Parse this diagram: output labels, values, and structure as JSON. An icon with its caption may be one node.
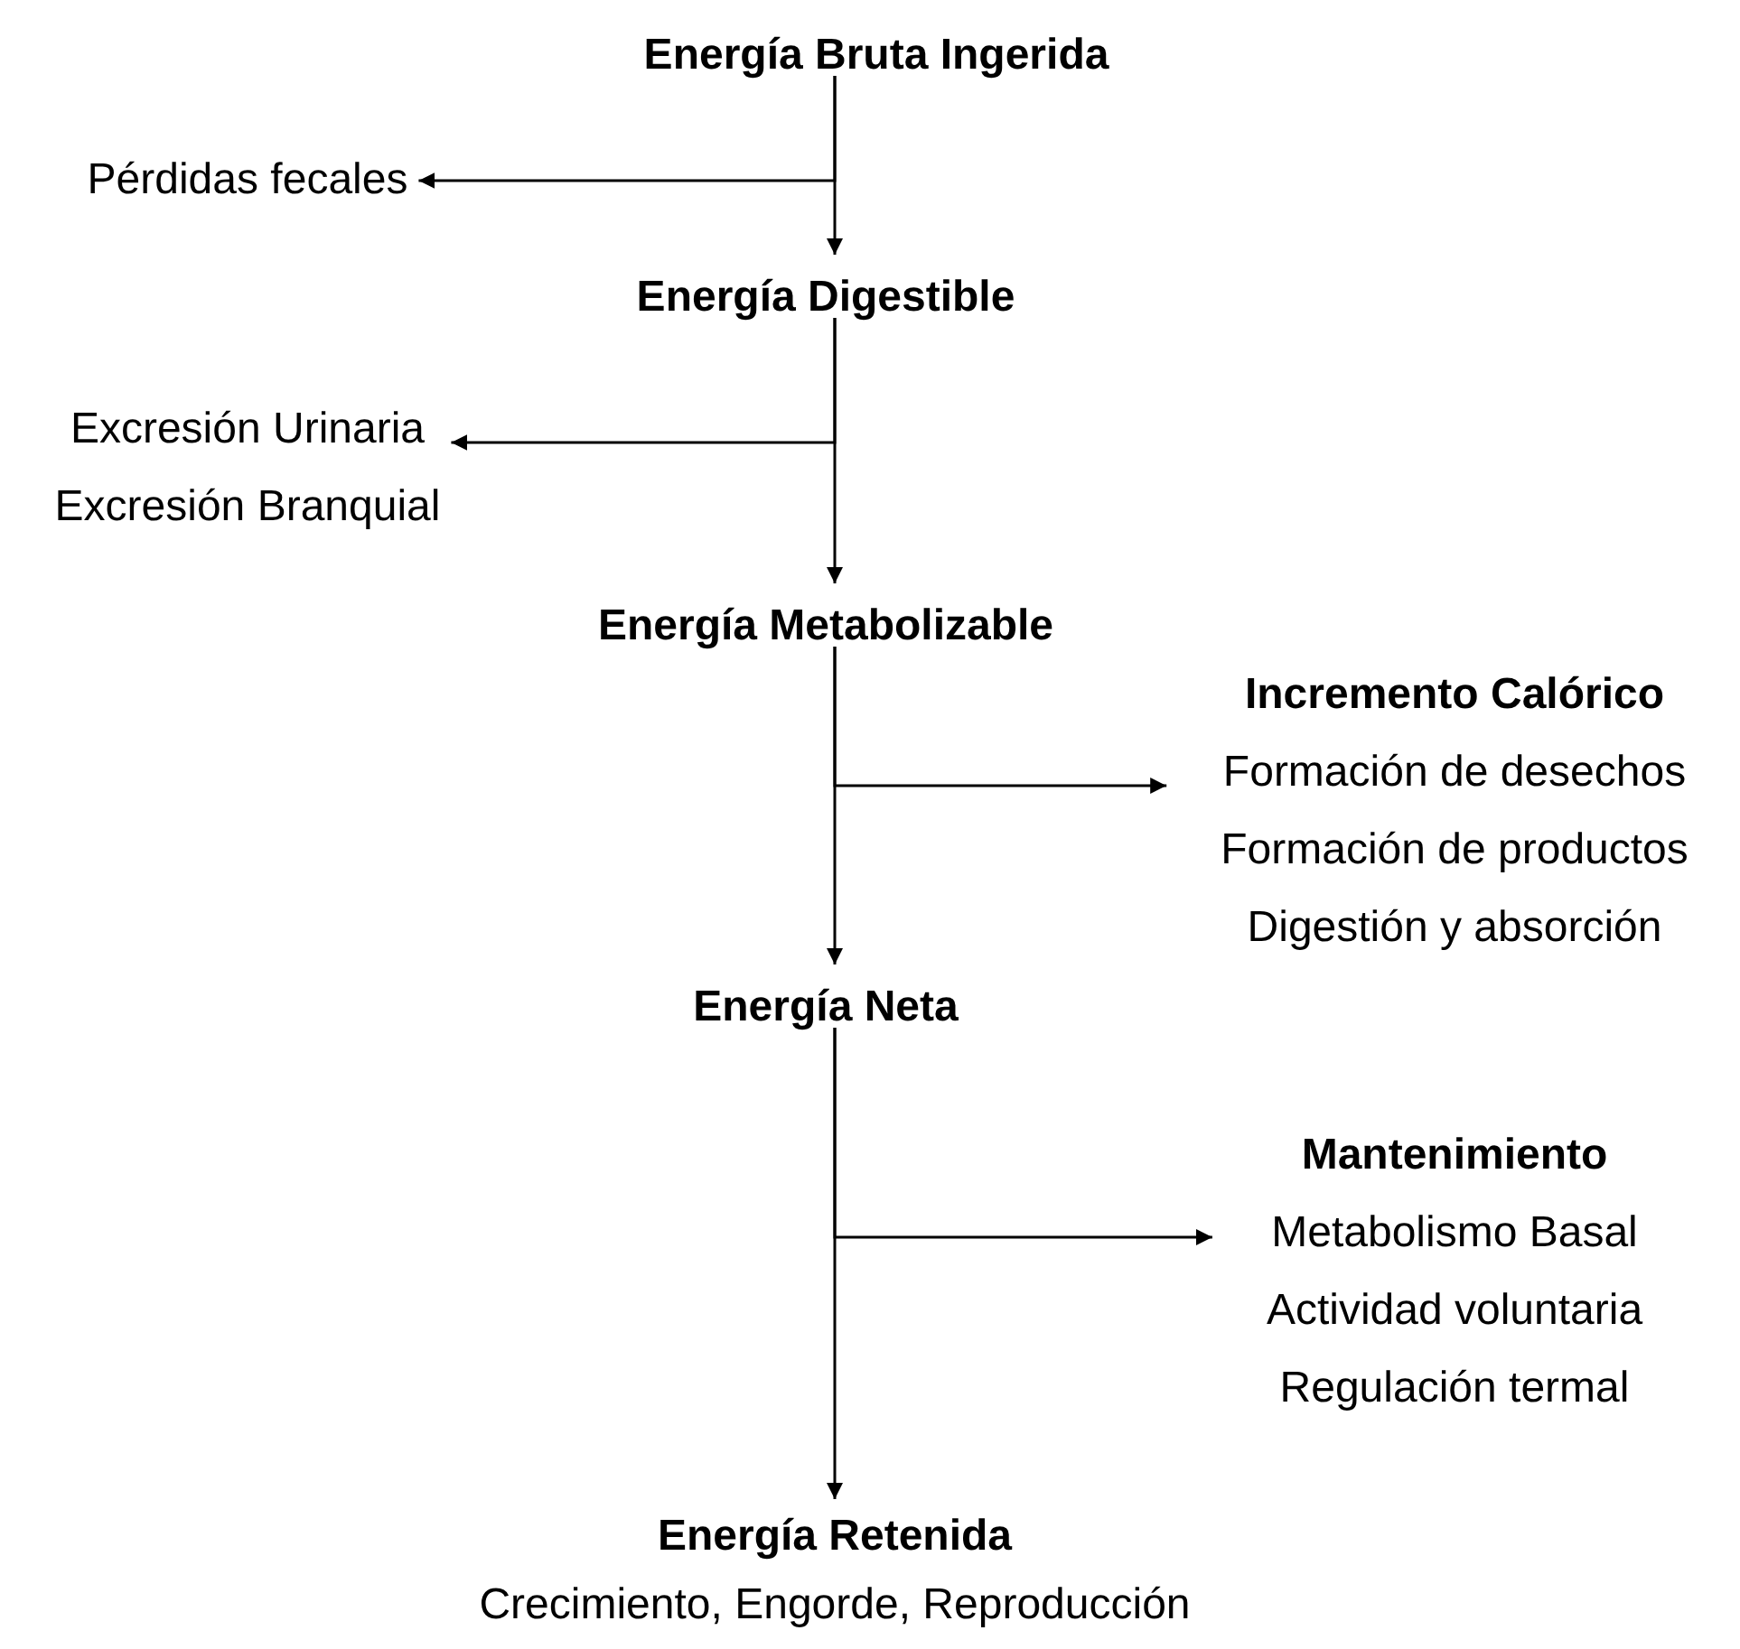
{
  "diagram": {
    "nodes": [
      {
        "text": [
          "Energía Bruta Ingerida"
        ]
      },
      {
        "text": [
          "Pérdidas fecales"
        ]
      },
      {
        "text": [
          "Energía Digestible"
        ]
      },
      {
        "text": [
          "Excresión Urinaria",
          "Excresión Branquial"
        ]
      },
      {
        "text": [
          "Energía Metabolizable"
        ]
      },
      {
        "text": [
          "Incremento Calórico",
          "Formación de desechos",
          "Formación de productos",
          "Digestión y absorción"
        ]
      },
      {
        "text": [
          "Energía Neta"
        ]
      },
      {
        "text": [
          "Mantenimiento",
          "Metabolismo Basal",
          "Actividad voluntaria",
          "Regulación termal"
        ]
      },
      {
        "text": [
          "Energía Retenida",
          "Crecimiento, Engorde, Reproducción"
        ]
      }
    ],
    "edges": [
      {
        "from": 0,
        "to": 2,
        "arrow": "to"
      },
      {
        "from": 0,
        "to": 1,
        "arrow": "to"
      },
      {
        "from": 2,
        "to": 4,
        "arrow": "to"
      },
      {
        "from": 2,
        "to": 3,
        "arrow": "to"
      },
      {
        "from": 4,
        "to": 6,
        "arrow": "to"
      },
      {
        "from": 4,
        "to": 5,
        "arrow": "to"
      },
      {
        "from": 6,
        "to": 8,
        "arrow": "to"
      },
      {
        "from": 6,
        "to": 7,
        "arrow": "to"
      }
    ]
  }
}
